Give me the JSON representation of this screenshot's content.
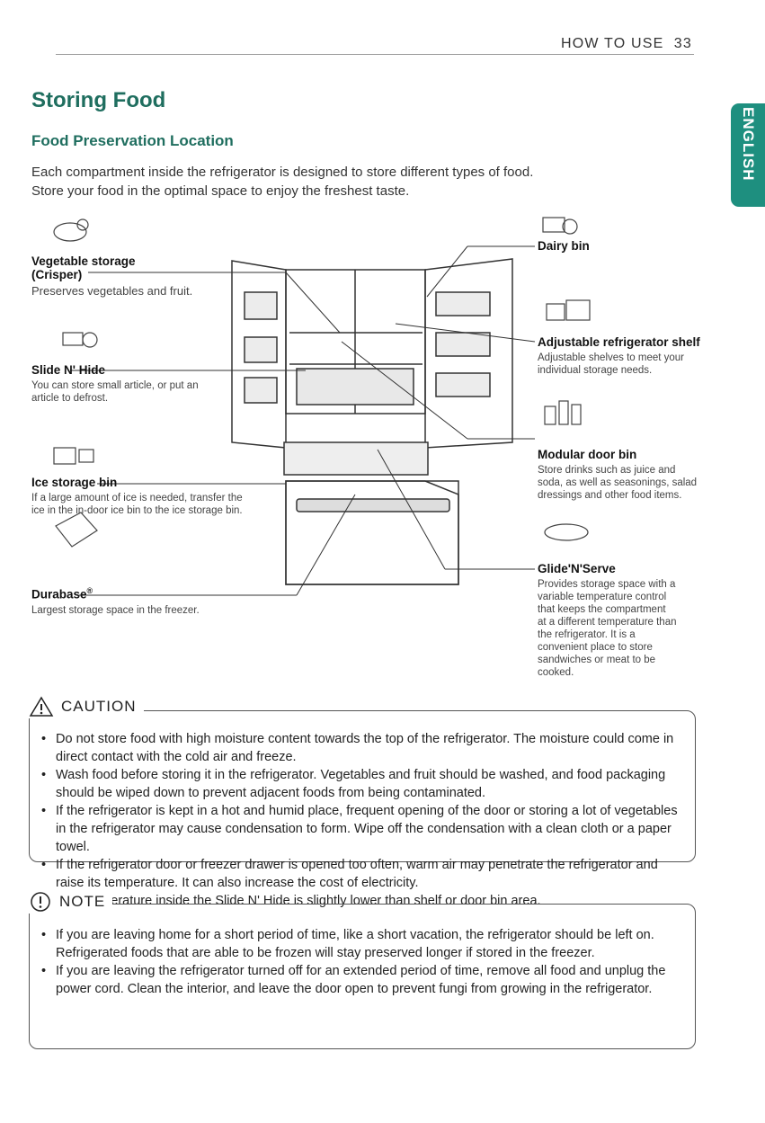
{
  "header": {
    "section": "HOW TO USE",
    "page_number": "33"
  },
  "side_tab": {
    "language": "ENGLISH"
  },
  "title": "Storing Food",
  "subtitle": "Food Preservation Location",
  "intro": [
    "Each compartment inside the refrigerator is designed to store different types of food.",
    "Store your food in the optimal space to enjoy the freshest taste."
  ],
  "labels": {
    "crisper": {
      "title_line1": "Vegetable storage",
      "title_line2": "(Crisper)",
      "desc": "Preserves vegetables and fruit."
    },
    "slide_n_hide": {
      "title": "Slide N' Hide",
      "desc": "You can store small article, or put an article to defrost."
    },
    "ice_bin": {
      "title": "Ice storage bin",
      "desc": "If a large amount of ice is needed, transfer the ice in the in-door ice bin to the ice storage bin."
    },
    "durabase": {
      "title": "Durabase",
      "mark": "®",
      "desc": "Largest storage space in the freezer."
    },
    "dairy_bin": {
      "title": "Dairy bin"
    },
    "shelf": {
      "title": "Adjustable refrigerator shelf",
      "desc": "Adjustable shelves to meet your individual storage needs."
    },
    "door_bin": {
      "title": "Modular door bin",
      "desc": "Store drinks such as juice and soda, as well as seasonings, salad dressings and other food items."
    },
    "glide": {
      "title": "Glide'N'Serve",
      "desc": "Provides storage space with a variable temperature control that keeps the compartment at a different temperature than the refrigerator. It is a convenient place to store sandwiches or meat to be cooked."
    }
  },
  "caution": {
    "heading": "CAUTION",
    "items": [
      "Do not store food with high moisture content towards the top of the refrigerator. The moisture could come in direct contact with the cold air and freeze.",
      "Wash food before storing it in the refrigerator. Vegetables and fruit should be washed, and food packaging should be wiped down to prevent adjacent foods from being contaminated.",
      "If the refrigerator is kept in a hot and humid place, frequent opening of the door or storing a lot of vegetables in the refrigerator may cause condensation to form. Wipe off the condensation with a clean cloth or a paper towel.",
      "If the refrigerator door or freezer drawer is opened too often, warm air may penetrate the refrigerator and raise its temperature. It can also increase the cost of electricity.",
      "The temperature inside the Slide N' Hide is slightly lower than shelf or door bin area."
    ]
  },
  "note": {
    "heading": "NOTE",
    "items": [
      "If you are leaving home for a short period of time, like a short vacation, the refrigerator should be left on. Refrigerated foods that are able to be frozen will stay preserved longer if stored in the freezer.",
      "If you are leaving the refrigerator turned off for an extended period of time, remove all food and unplug the power cord. Clean the interior, and leave the door open to prevent fungi from growing in the refrigerator."
    ]
  },
  "colors": {
    "heading": "#1f6e5f",
    "tab": "#1e8f7f"
  }
}
